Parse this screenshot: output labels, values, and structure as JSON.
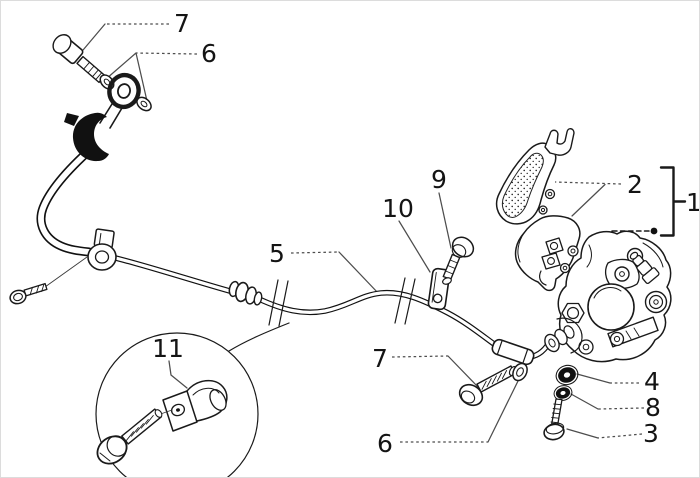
{
  "diagram": {
    "type": "exploded-parts-diagram",
    "subject": "brake-pipe-and-caliper-line-art",
    "background_color": "#ffffff",
    "line_color": "#1a1a1a",
    "leader_line_color": "#4d4d4d",
    "callouts": [
      {
        "id": "banjo-bolt-top",
        "label": "7"
      },
      {
        "id": "washers-top",
        "label": "6"
      },
      {
        "id": "brake-pads",
        "label": "2"
      },
      {
        "id": "caliper-assembly",
        "label": "1"
      },
      {
        "id": "screw-9",
        "label": "9"
      },
      {
        "id": "plate-10",
        "label": "10"
      },
      {
        "id": "brake-hose",
        "label": "5"
      },
      {
        "id": "banjo-bolt-bottom",
        "label": "7"
      },
      {
        "id": "washer-bottom",
        "label": "6"
      },
      {
        "id": "clamp-detail",
        "label": "11"
      },
      {
        "id": "washer-4",
        "label": "4"
      },
      {
        "id": "washer-8",
        "label": "8"
      },
      {
        "id": "bleed-screw",
        "label": "3"
      }
    ]
  }
}
